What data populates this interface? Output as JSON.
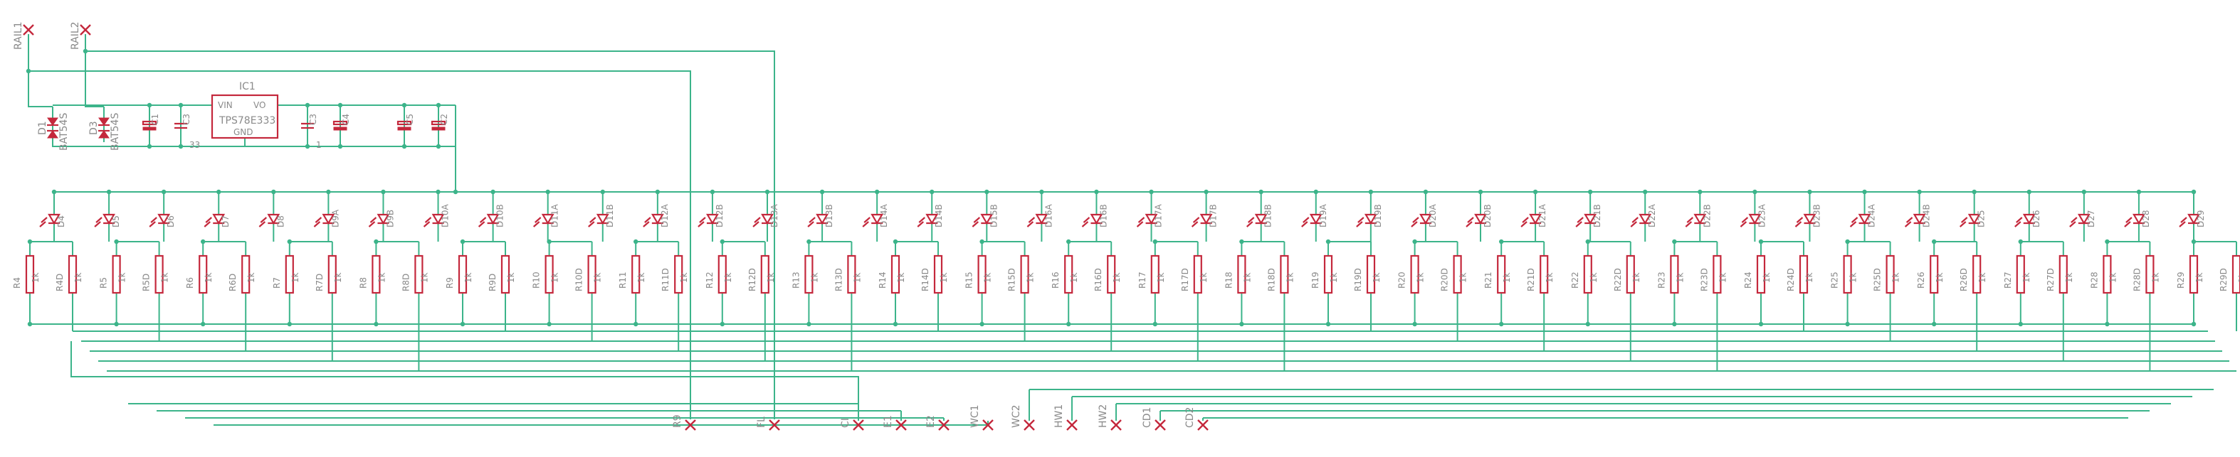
{
  "rails": [
    "RAIL1",
    "RAIL2"
  ],
  "regulator": {
    "ref": "IC1",
    "part": "TPS78E333",
    "pin_in": "VIN",
    "pin_out": "VO",
    "pin_gnd": "GND"
  },
  "input_diodes": [
    {
      "ref": "D1",
      "part": "BAT54S"
    },
    {
      "ref": "D3",
      "part": "BAT54S"
    }
  ],
  "capacitors": [
    {
      "ref": "C1",
      "value": ""
    },
    {
      "ref": "C3",
      "value": "33"
    },
    {
      "ref": "C3",
      "value": "1"
    },
    {
      "ref": "C4",
      "value": ""
    },
    {
      "ref": "C5",
      "value": ""
    },
    {
      "ref": "C2",
      "value": ""
    }
  ],
  "leds": [
    "D4",
    "D5",
    "D6",
    "D7",
    "D8",
    "D9A",
    "D9B",
    "D10A",
    "D10B",
    "D11A",
    "D11B",
    "D12A",
    "D12B",
    "D13A",
    "D13B",
    "D14A",
    "D14B",
    "D15B",
    "D16A",
    "D16B",
    "D17A",
    "D17B",
    "D18B",
    "D19A",
    "D19B",
    "D20A",
    "D20B",
    "D21A",
    "D21B",
    "D22A",
    "D22B",
    "D23A",
    "D23B",
    "D24A",
    "D24B",
    "D25",
    "D26",
    "D27",
    "D28",
    "D29"
  ],
  "resistor_pairs": [
    {
      "a": "R4",
      "b": "R4D"
    },
    {
      "a": "R5",
      "b": "R5D"
    },
    {
      "a": "R6",
      "b": "R6D"
    },
    {
      "a": "R7",
      "b": "R7D"
    },
    {
      "a": "R8",
      "b": "R8D"
    },
    {
      "a": "R9",
      "b": "R9D"
    },
    {
      "a": "R10",
      "b": "R10D"
    },
    {
      "a": "R11",
      "b": "R11D"
    },
    {
      "a": "R12",
      "b": "R12D"
    },
    {
      "a": "R13",
      "b": "R13D"
    },
    {
      "a": "R14",
      "b": "R14D"
    },
    {
      "a": "R15",
      "b": "R15D"
    },
    {
      "a": "R16",
      "b": "R16D"
    },
    {
      "a": "R17",
      "b": "R17D"
    },
    {
      "a": "R18",
      "b": "R18D"
    },
    {
      "a": "R19",
      "b": "R19D"
    },
    {
      "a": "R20",
      "b": "R20D"
    },
    {
      "a": "R21",
      "b": "R21D"
    },
    {
      "a": "R22",
      "b": "R22D"
    },
    {
      "a": "R23",
      "b": "R23D"
    },
    {
      "a": "R24",
      "b": "R24D"
    },
    {
      "a": "R25",
      "b": "R25D"
    },
    {
      "a": "R26",
      "b": "R26D"
    },
    {
      "a": "R27",
      "b": "R27D"
    },
    {
      "a": "R28",
      "b": "R28D"
    },
    {
      "a": "R29",
      "b": "R29D"
    }
  ],
  "resistor_value": "1k",
  "bottom_ports": [
    "R9",
    "FL",
    "CI",
    "E1",
    "E2",
    "WC1",
    "WC2",
    "HW1",
    "HW2",
    "CD1",
    "CD2"
  ]
}
